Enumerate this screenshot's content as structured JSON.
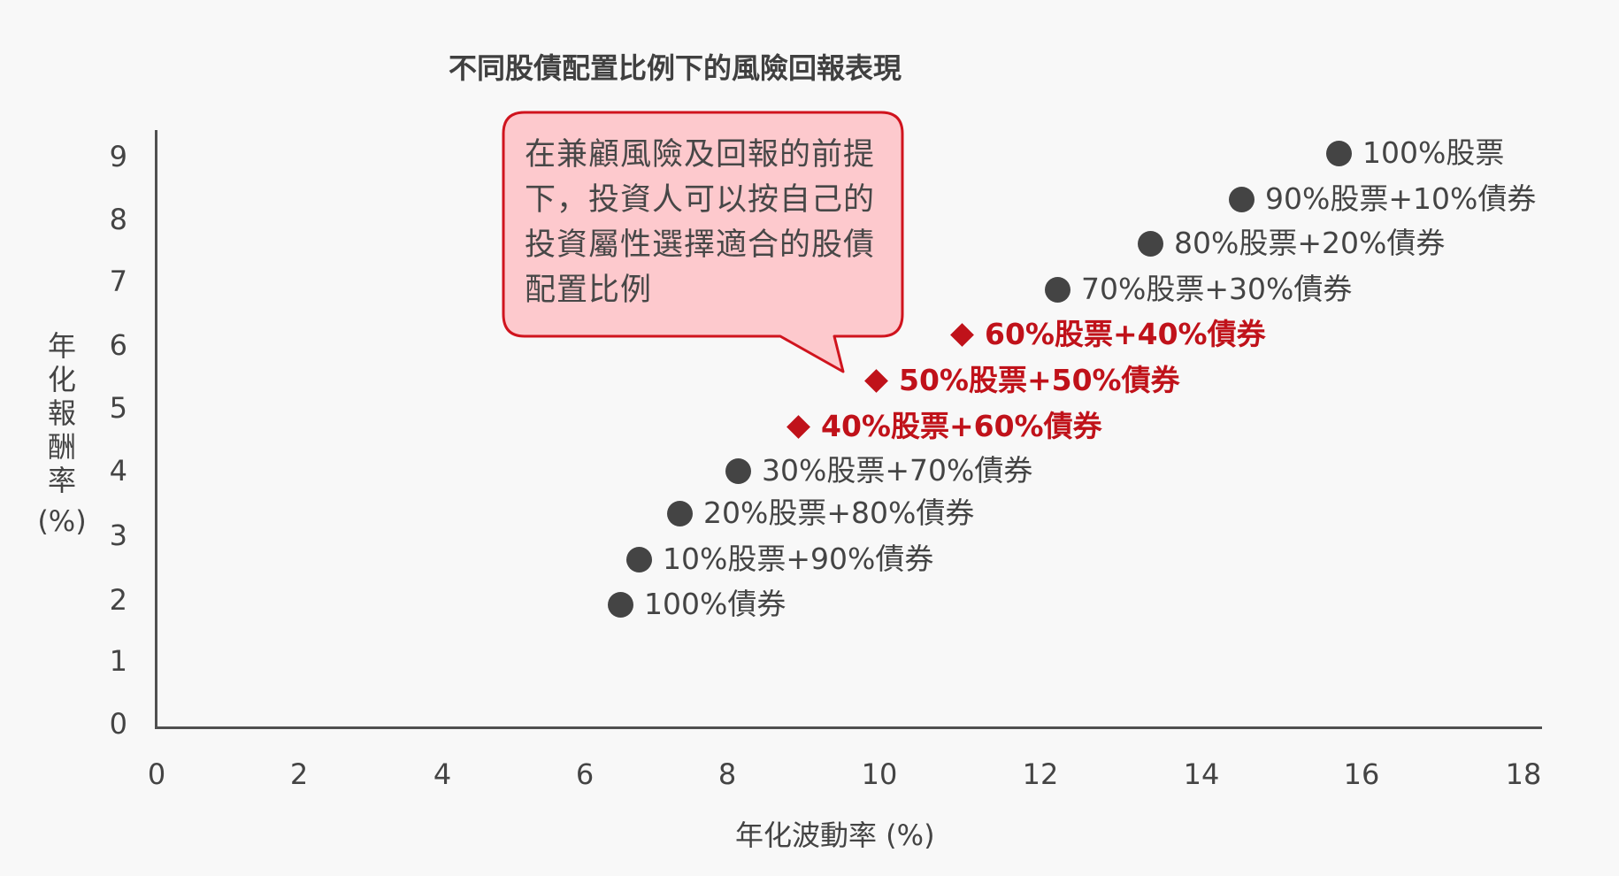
{
  "chart_data": {
    "type": "scatter",
    "title": "不同股債配置比例下的風險回報表現",
    "xlabel": "年化波動率 (%)",
    "ylabel": "年化報酬率 (%)",
    "xlim": [
      0,
      18
    ],
    "ylim": [
      0,
      9
    ],
    "xticks": [
      "0",
      "2",
      "4",
      "6",
      "8",
      "10",
      "12",
      "14",
      "16",
      "18"
    ],
    "yticks": [
      "0",
      "1",
      "2",
      "3",
      "4",
      "5",
      "6",
      "7",
      "8",
      "9"
    ],
    "grid": false,
    "legend": "none (points directly labeled)",
    "series": [
      {
        "name": "100%股票",
        "x": 15.7,
        "y": 9.0,
        "marker": "circle",
        "highlight": false
      },
      {
        "name": "90%股票+10%債券",
        "x": 14.5,
        "y": 8.3,
        "marker": "circle",
        "highlight": false
      },
      {
        "name": "80%股票+20%債券",
        "x": 13.4,
        "y": 7.6,
        "marker": "circle",
        "highlight": false
      },
      {
        "name": "70%股票+30%債券",
        "x": 12.2,
        "y": 6.9,
        "marker": "circle",
        "highlight": false
      },
      {
        "name": "60%股票+40%債券",
        "x": 11.1,
        "y": 6.2,
        "marker": "diamond",
        "highlight": true
      },
      {
        "name": "50%股票+50%債券",
        "x": 10.0,
        "y": 5.5,
        "marker": "diamond",
        "highlight": true
      },
      {
        "name": "40%股票+60%債券",
        "x": 9.0,
        "y": 4.7,
        "marker": "diamond",
        "highlight": true
      },
      {
        "name": "30%股票+70%債券",
        "x": 8.1,
        "y": 4.0,
        "marker": "circle",
        "highlight": false
      },
      {
        "name": "20%股票+80%債券",
        "x": 7.3,
        "y": 3.3,
        "marker": "circle",
        "highlight": false
      },
      {
        "name": "10%股票+90%債券",
        "x": 6.8,
        "y": 2.6,
        "marker": "circle",
        "highlight": false
      },
      {
        "name": "100%債券",
        "x": 6.5,
        "y": 1.9,
        "marker": "circle",
        "highlight": false
      }
    ],
    "annotation": "在兼顧風險及回報的前提下，投資人可以按自己的投資屬性選擇適合的股債配置比例"
  },
  "colors": {
    "background": "#f8f8f8",
    "text": "#444444",
    "highlight": "#c0121a",
    "callout_fill": "#fdc9cd",
    "callout_border": "#d0141e"
  },
  "title": "不同股債配置比例下的風險回報表現",
  "axes": {
    "x_label": "年化波動率 (%)",
    "y_label_chars": [
      "年",
      "化",
      "報",
      "酬",
      "率",
      "(%)"
    ],
    "x_ticks": [
      "0",
      "2",
      "4",
      "6",
      "8",
      "10",
      "12",
      "14",
      "16",
      "18"
    ],
    "y_ticks": [
      "9",
      "8",
      "7",
      "6",
      "5",
      "4",
      "3",
      "2",
      "1",
      "0"
    ]
  },
  "callout": {
    "lines": [
      "在兼顧風險及回報的前提",
      "下，投資人可以按自己的",
      "投資屬性選擇適合的股債",
      "配置比例"
    ]
  },
  "points": [
    {
      "label": "100%股票"
    },
    {
      "label": "90%股票+10%債券"
    },
    {
      "label": "80%股票+20%債券"
    },
    {
      "label": "70%股票+30%債券"
    },
    {
      "label": "60%股票+40%債券"
    },
    {
      "label": "50%股票+50%債券"
    },
    {
      "label": "40%股票+60%債券"
    },
    {
      "label": "30%股票+70%債券"
    },
    {
      "label": "20%股票+80%債券"
    },
    {
      "label": "10%股票+90%債券"
    },
    {
      "label": "100%債券"
    }
  ]
}
